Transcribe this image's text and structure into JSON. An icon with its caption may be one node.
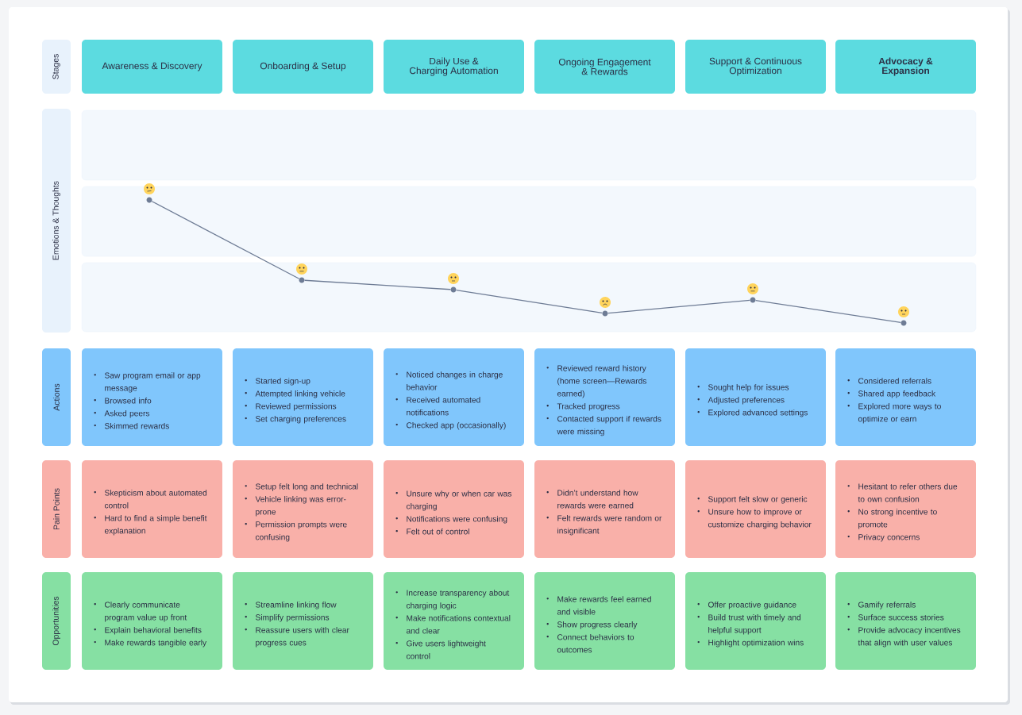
{
  "diagram": {
    "nodes": [
      {
        "text": [
          "Stages"
        ]
      },
      {
        "text": [
          "Awareness & Discovery"
        ]
      },
      {
        "text": [
          "Onboarding & Setup"
        ]
      },
      {
        "text": [
          "Daily Use & Charging Automation"
        ]
      },
      {
        "text": [
          "Ongoing Engagement & Rewards"
        ]
      },
      {
        "text": [
          "Support & Continuous Optimization"
        ]
      },
      {
        "text": [
          "Advocacy & Expansion"
        ]
      },
      {
        "text": [
          "Emotions & Thoughts"
        ]
      },
      {
        "text": [],
        "shape": "circle"
      },
      {
        "text": [],
        "shape": "circle"
      },
      {
        "text": [],
        "shape": "circle"
      },
      {
        "text": [],
        "shape": "circle"
      },
      {
        "text": [],
        "shape": "circle"
      },
      {
        "text": [],
        "shape": "circle"
      },
      {
        "text": [
          "Actions"
        ]
      },
      {
        "text": [
          "Saw program email or app message",
          "Browsed info",
          "Asked peers",
          "Skimmed rewards"
        ]
      },
      {
        "text": [
          "Started sign-up",
          "Attempted linking vehicle",
          "Reviewed permissions",
          "Set charging preferences"
        ]
      },
      {
        "text": [
          "Noticed changes in charge behavior",
          "Received automated notifications",
          "Checked app (occasionally)"
        ]
      },
      {
        "text": [
          "Reviewed reward history (home screen—Rewards earned)",
          "Tracked progress",
          "Contacted support if rewards were missing"
        ]
      },
      {
        "text": [
          "Sought help for issues",
          "Adjusted preferences",
          "Explored advanced settings"
        ]
      },
      {
        "text": [
          "Considered referrals",
          "Shared app feedback",
          "Explored more ways to optimize or earn"
        ]
      },
      {
        "text": [
          "Pain Points"
        ]
      },
      {
        "text": [
          "Skepticism about automated control",
          "Hard to find a simple benefit explanation"
        ]
      },
      {
        "text": [
          "Setup felt long and technical",
          "Vehicle linking was error-prone",
          "Permission prompts were confusing"
        ]
      },
      {
        "text": [
          "Unsure why or when car was charging",
          "Notifications were confusing",
          "Felt out of control"
        ]
      },
      {
        "text": [
          "Didn’t understand how rewards were earned",
          "Felt rewards were random or insignificant"
        ]
      },
      {
        "text": [
          "Support felt slow or generic",
          "Unsure how to improve or customize charging behavior"
        ]
      },
      {
        "text": [
          "Hesitant to refer others due to own confusion",
          "No strong incentive to promote",
          "Privacy concerns"
        ]
      },
      {
        "text": [
          "Opportunities"
        ]
      },
      {
        "text": [
          "Clearly communicate program value up front",
          "Explain behavioral benefits",
          "Make rewards tangible early"
        ]
      },
      {
        "text": [
          "Streamline linking flow",
          "Simplify permissions",
          "Reassure users with clear progress cues"
        ]
      },
      {
        "text": [
          "Increase transparency about charging logic",
          "Make notifications contextual and clear",
          "Give users lightweight control"
        ]
      },
      {
        "text": [
          "Make rewards feel earned and visible",
          "Show progress clearly",
          "Connect behaviors to outcomes"
        ]
      },
      {
        "text": [
          "Offer proactive guidance",
          "Build trust with timely and helpful support",
          "Highlight optimization wins"
        ]
      },
      {
        "text": [
          "Gamify referrals",
          "Surface success stories",
          "Provide advocacy incentives that align with user values"
        ]
      }
    ],
    "edges": [
      {
        "from": 8,
        "to": 9,
        "arrow": "none"
      },
      {
        "from": 9,
        "to": 10,
        "arrow": "none"
      },
      {
        "from": 10,
        "to": 11,
        "arrow": "none"
      },
      {
        "from": 11,
        "to": 12,
        "arrow": "none"
      },
      {
        "from": 12,
        "to": 13,
        "arrow": "none"
      }
    ]
  }
}
